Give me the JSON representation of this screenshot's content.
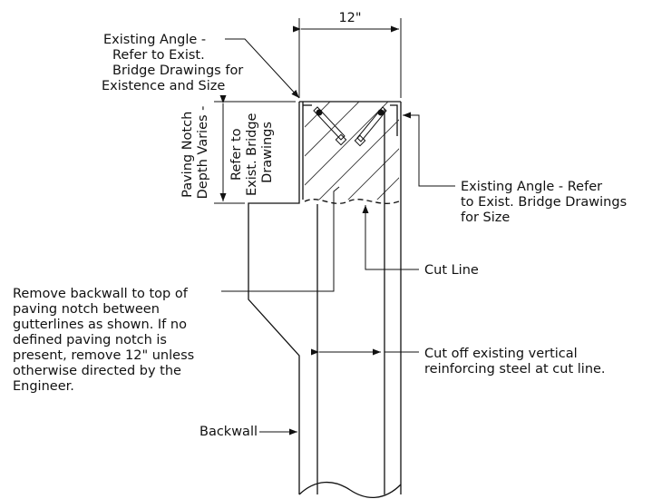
{
  "dimension_label": "12\"",
  "notes": {
    "existing_angle_left": [
      "Existing Angle -",
      "Refer to Exist.",
      "Bridge Drawings for",
      "Existence and Size"
    ],
    "paving_notch_outer": [
      "Paving Notch",
      "Depth Varies -"
    ],
    "paving_notch_inner": [
      "Refer to",
      "Exist. Bridge",
      "Drawings"
    ],
    "existing_angle_right": [
      "Existing Angle - Refer",
      "to Exist. Bridge Drawings",
      "for Size"
    ],
    "cut_line": "Cut Line",
    "remove_backwall": [
      "Remove backwall to top of",
      "paving notch between",
      "gutterlines as shown. If no",
      "defined paving notch is",
      "present, remove 12\" unless",
      "otherwise directed by the",
      "Engineer."
    ],
    "cut_off_steel": [
      "Cut off existing vertical",
      "reinforcing steel at cut line."
    ],
    "backwall": "Backwall"
  }
}
